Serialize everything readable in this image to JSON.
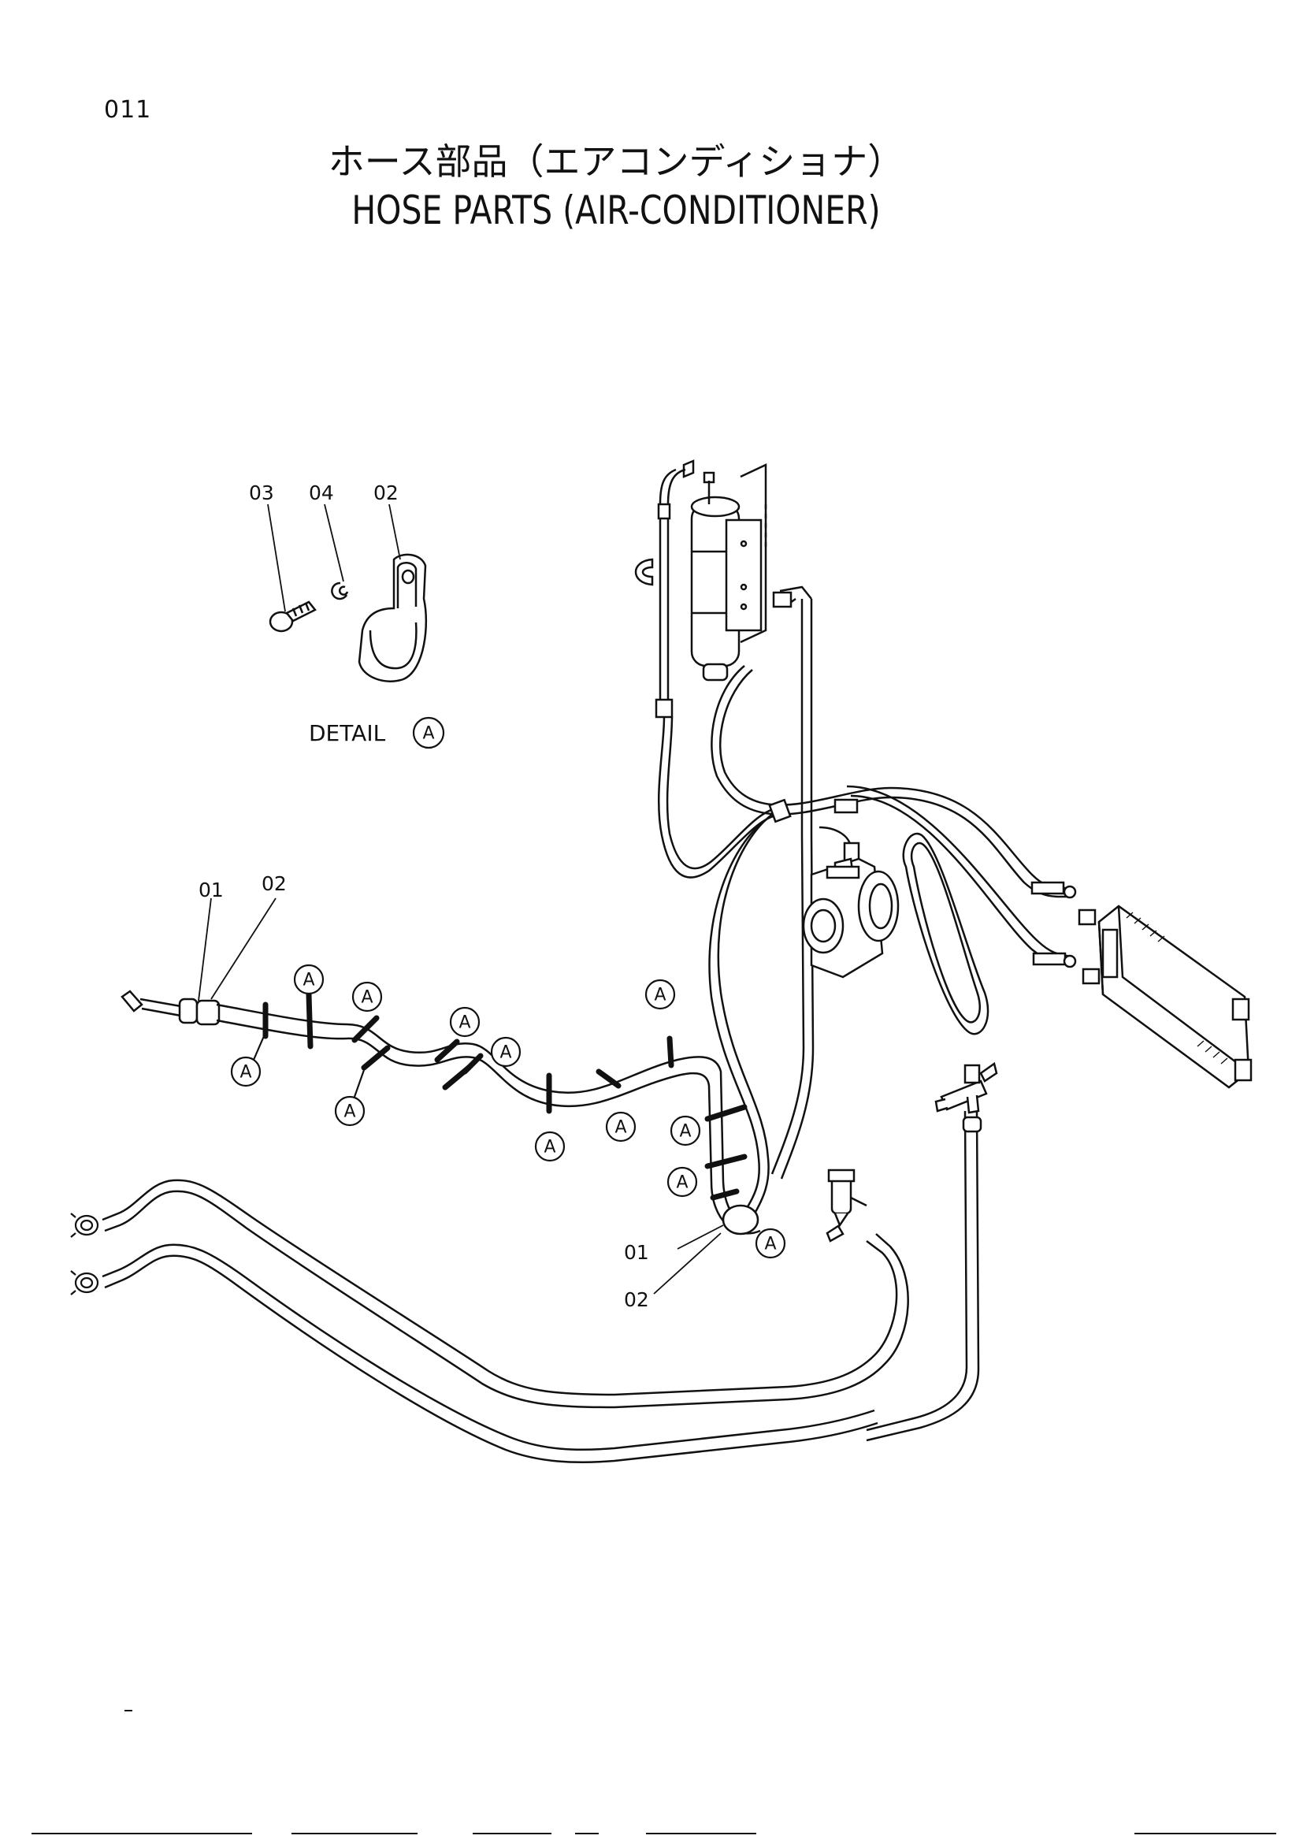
{
  "page_number": "011",
  "title": {
    "jp": "ホース部品（エアコンディショナ）",
    "en": "HOSE PARTS (AIR-CONDITIONER)"
  },
  "detail": {
    "label": "DETAIL",
    "ref": "A",
    "parts": [
      "03",
      "04",
      "02"
    ]
  },
  "callouts": {
    "clip_ref": "A",
    "part_01": "01",
    "part_02": "02"
  }
}
